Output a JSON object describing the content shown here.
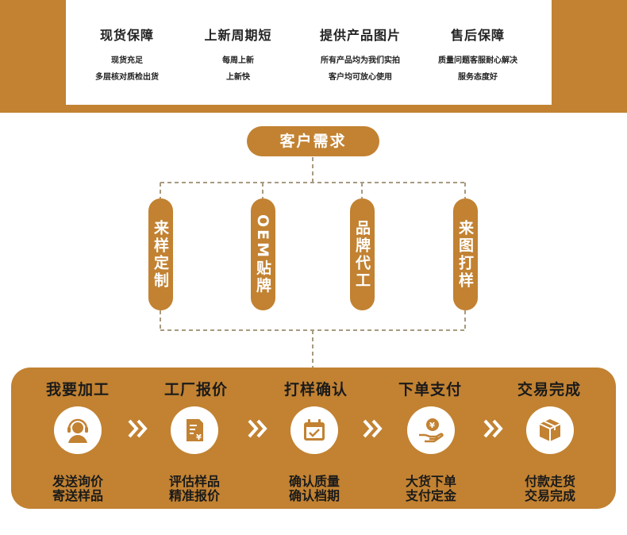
{
  "colors": {
    "brand": "#c28232",
    "text": "#222222",
    "white": "#ffffff",
    "dash": "#a89a80"
  },
  "guarantees": [
    {
      "title": "现货保障",
      "lines": [
        "现货充足",
        "多层核对质检出货"
      ]
    },
    {
      "title": "上新周期短",
      "lines": [
        "每周上新",
        "上新快"
      ]
    },
    {
      "title": "提供产品图片",
      "lines": [
        "所有产品均为我们实拍",
        "客户均可放心使用"
      ]
    },
    {
      "title": "售后保障",
      "lines": [
        "质量问题客服耐心解决",
        "服务态度好"
      ]
    }
  ],
  "demand": {
    "label": "客户需求"
  },
  "services": [
    {
      "label": "来样定制"
    },
    {
      "label": "OEM贴牌"
    },
    {
      "label": "品牌代工"
    },
    {
      "label": "来图打样"
    }
  ],
  "process": [
    {
      "title": "我要加工",
      "icon": "headset-icon",
      "desc": [
        "发送询价",
        "寄送样品"
      ]
    },
    {
      "title": "工厂报价",
      "icon": "invoice-icon",
      "desc": [
        "评估样品",
        "精准报价"
      ]
    },
    {
      "title": "打样确认",
      "icon": "calendar-check-icon",
      "desc": [
        "确认质量",
        "确认档期"
      ]
    },
    {
      "title": "下单支付",
      "icon": "coin-hand-icon",
      "desc": [
        "大货下单",
        "支付定金"
      ]
    },
    {
      "title": "交易完成",
      "icon": "package-box-icon",
      "desc": [
        "付款走货",
        "交易完成"
      ]
    }
  ]
}
